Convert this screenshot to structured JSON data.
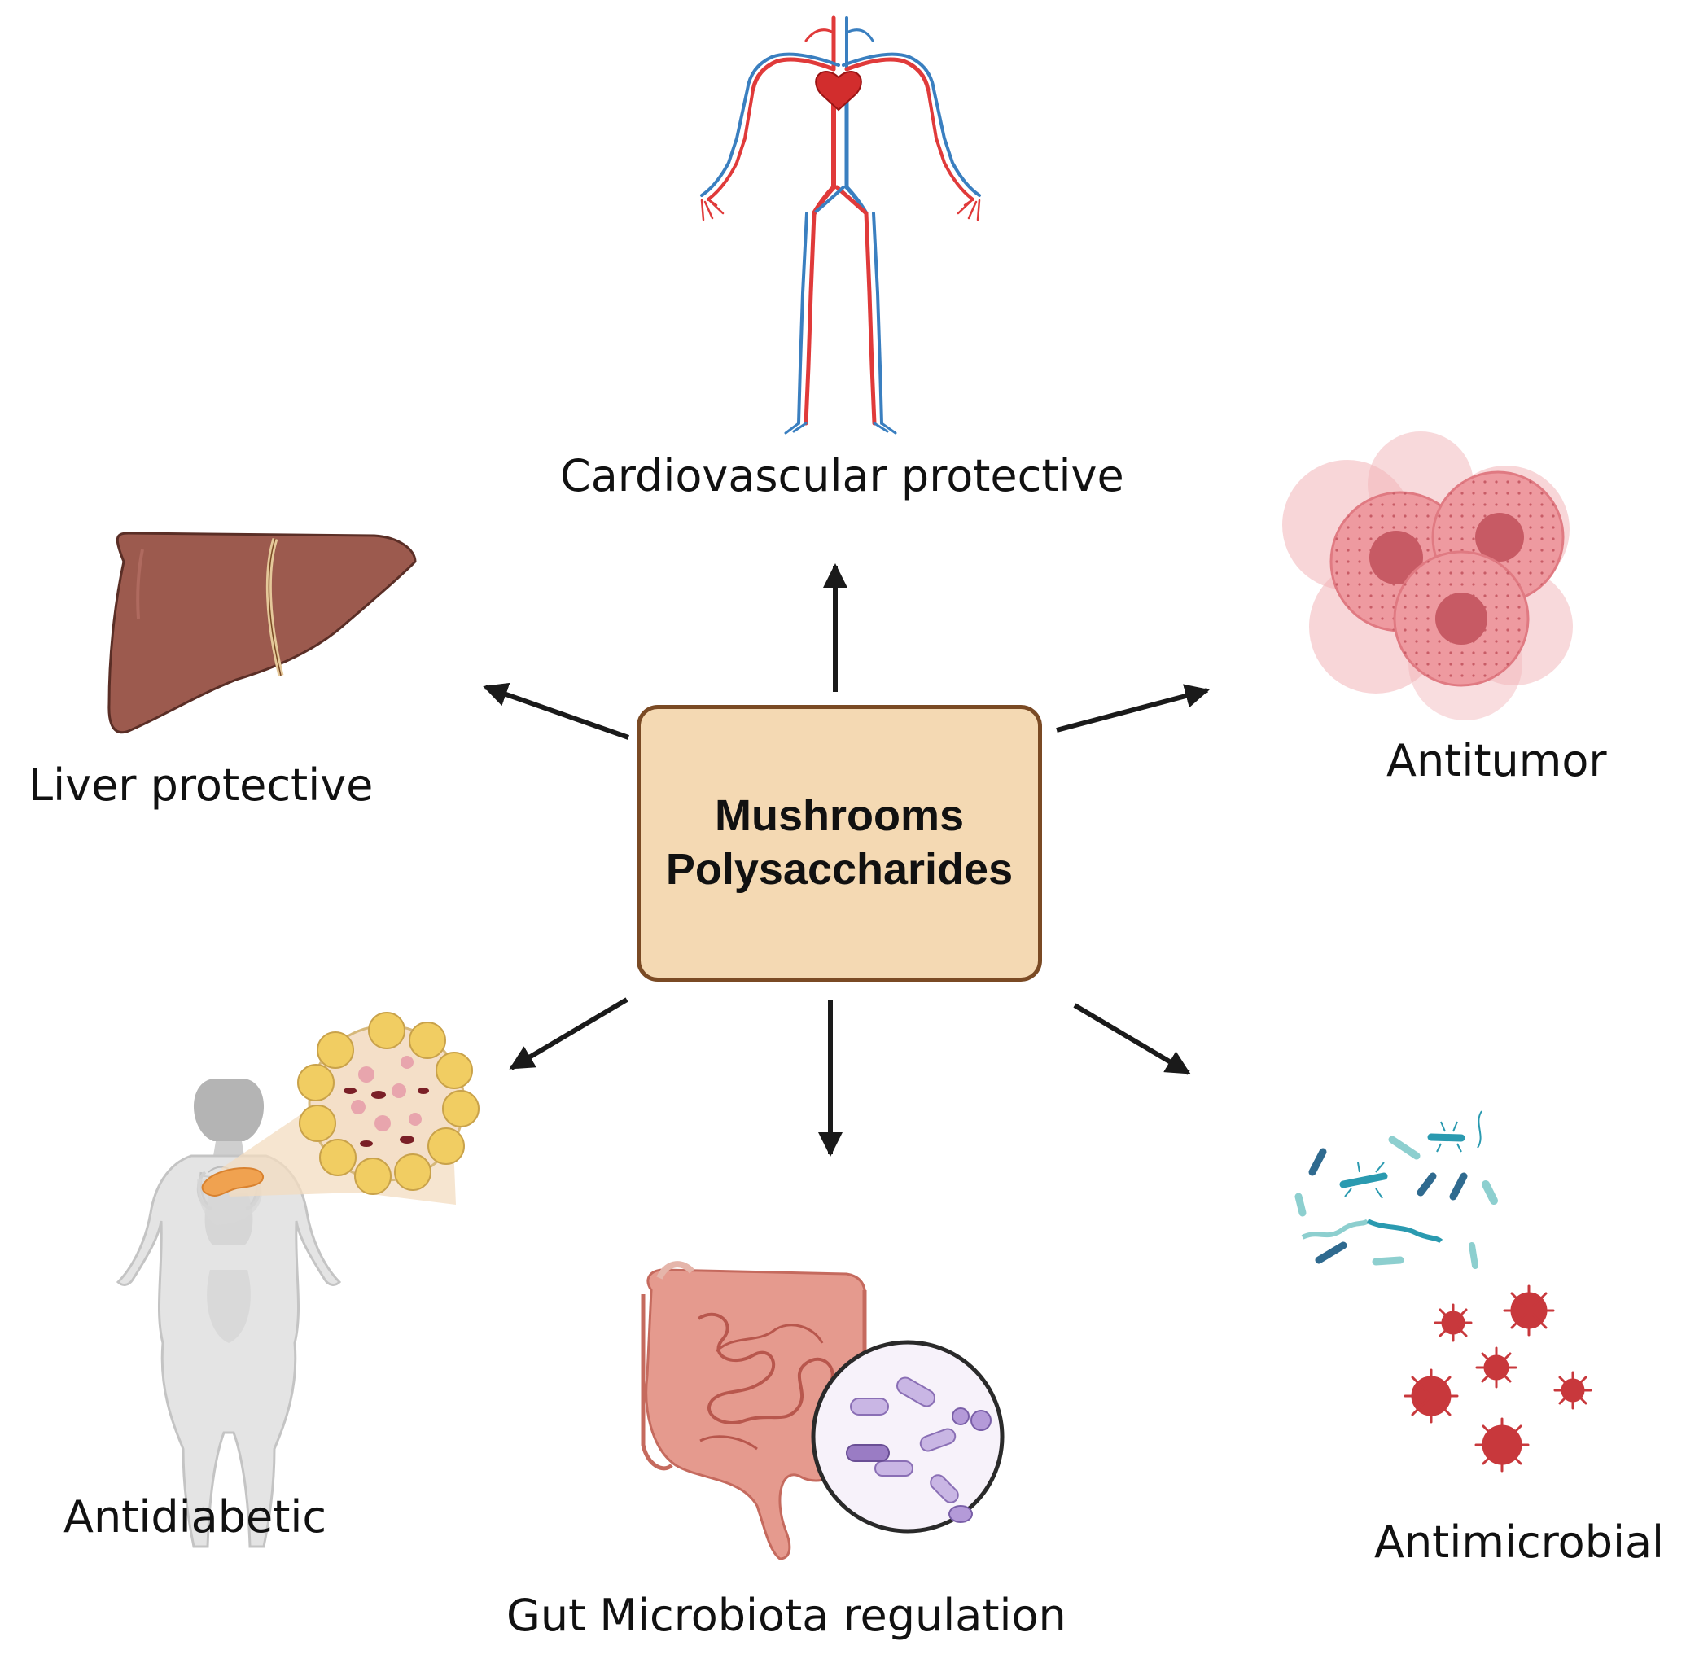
{
  "center": {
    "line1": "Mushrooms",
    "line2": "Polysaccharides",
    "fill": "#f4d9b3",
    "border": "#7a4a24"
  },
  "outcomes": {
    "cardiovascular": "Cardiovascular protective",
    "liver": "Liver protective",
    "antitumor": "Antitumor",
    "antidiabetic": "Antidiabetic",
    "gut": "Gut Microbiota regulation",
    "antimicrobial": "Antimicrobial"
  },
  "illustrations": {
    "cardiovascular": "circulatory-system-icon",
    "liver": "liver-icon",
    "antitumor": "tumor-cells-icon",
    "antidiabetic": "obese-body-pancreas-icon",
    "gut": "intestine-microbiota-icon",
    "antimicrobial": "bacteria-virus-icon"
  },
  "colors": {
    "arrow": "#1a1a1a",
    "artery": "#e03a3a",
    "vein": "#3a7fc0",
    "liver": "#9c5a4e",
    "tumor": "#ee9aa0",
    "intestine": "#e59a8e",
    "virus": "#c8383c"
  }
}
